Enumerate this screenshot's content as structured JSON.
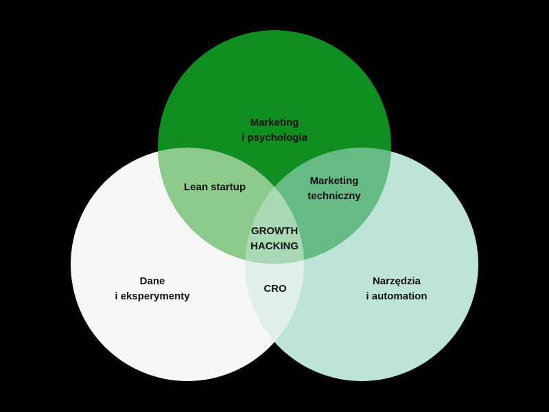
{
  "diagram": {
    "type": "venn",
    "background": "#000000",
    "circles": {
      "top": {
        "name": "top-circle",
        "color": "#118e22"
      },
      "left": {
        "name": "left-circle",
        "color": "#f7f7f7"
      },
      "right": {
        "name": "right-circle",
        "color": "#bee4da"
      }
    },
    "overlaps": {
      "top_left": "#8bca8b",
      "top_right": "#66bb84",
      "left_right": "#e1efeb",
      "center": "#a8d8b4"
    },
    "labels": {
      "top": [
        "Marketing",
        "i psychologia"
      ],
      "left": [
        "Dane",
        "i eksperymenty"
      ],
      "right": [
        "Narzędzia",
        "i automation"
      ],
      "top_left": [
        "Lean startup"
      ],
      "top_right": [
        "Marketing",
        "techniczny"
      ],
      "left_right": [
        "CRO"
      ],
      "center": [
        "GROWTH",
        "HACKING"
      ]
    }
  }
}
